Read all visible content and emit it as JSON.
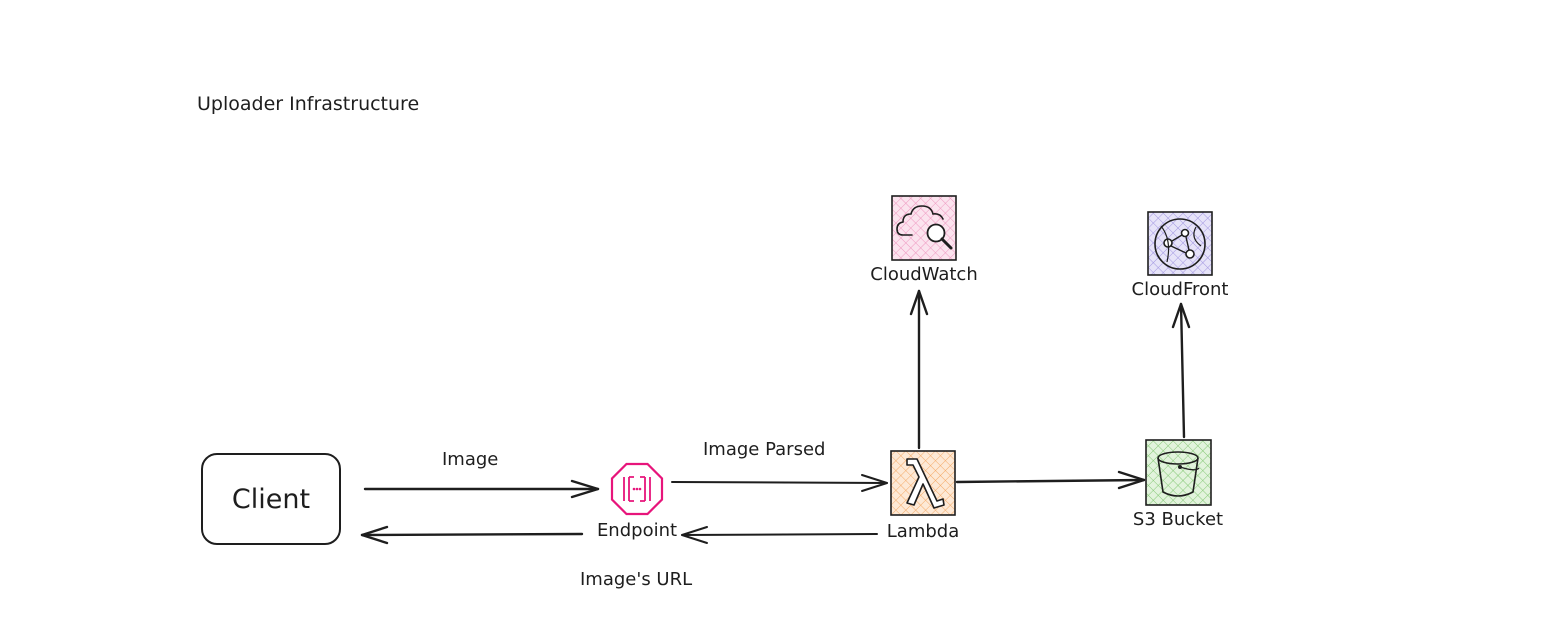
{
  "title": "Uploader Infrastructure",
  "nodes": {
    "client": "Client",
    "endpoint": "Endpoint",
    "lambda": "Lambda",
    "s3": "S3 Bucket",
    "cloudwatch": "CloudWatch",
    "cloudfront": "CloudFront"
  },
  "edges": {
    "client_to_endpoint": "Image",
    "endpoint_to_lambda": "Image Parsed",
    "endpoint_to_client": "Image's URL"
  },
  "icons": {
    "endpoint": "api-gateway-endpoint-icon",
    "lambda": "lambda-icon",
    "s3": "s3-bucket-icon",
    "cloudwatch": "cloudwatch-icon",
    "cloudfront": "cloudfront-icon"
  },
  "colors": {
    "stroke": "#1e1e1e",
    "endpoint": "#e7157b",
    "lambda": "#ed7100",
    "s3": "#3f8624",
    "cloudwatch": "#e7157b",
    "cloudfront": "#5a45c9"
  }
}
